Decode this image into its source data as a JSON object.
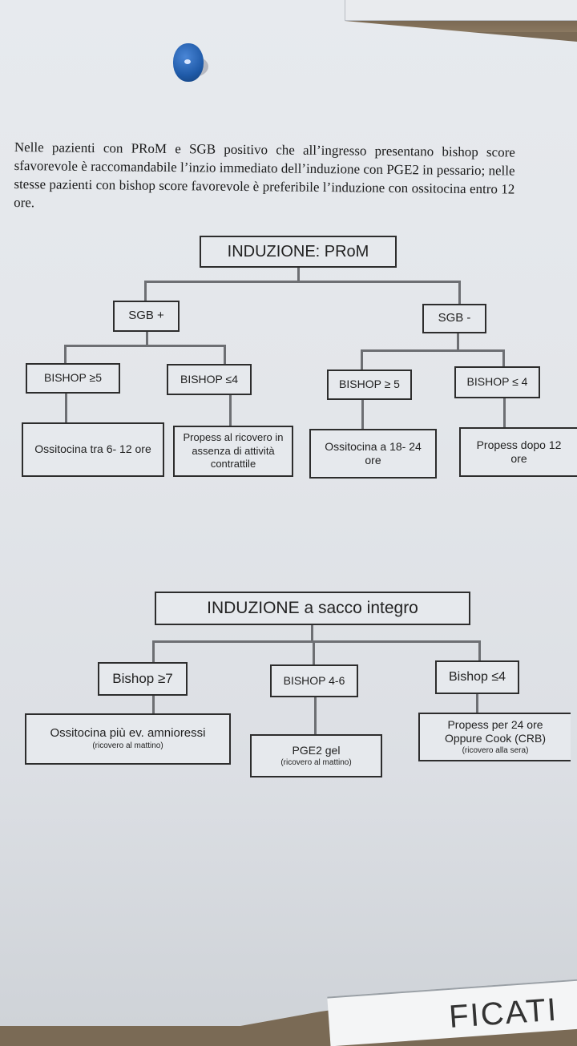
{
  "intro_text": "Nelle pazienti con PRoM e SGB positivo che all’ingresso presentano bishop score sfavorevole è raccomandabile l’inzio immediato dell’induzione con PGE2 in pessario; nelle stesse pazienti con bishop score favorevole è preferibile l’induzione con ossitocina entro 12 ore.",
  "prom": {
    "title": "INDUZIONE: PRoM",
    "sgb_pos": "SGB +",
    "sgb_neg": "SGB -",
    "pos_bishop_high": "BISHOP ≥5",
    "pos_bishop_low": "BISHOP ≤4",
    "neg_bishop_high": "BISHOP ≥ 5",
    "neg_bishop_low": "BISHOP ≤ 4",
    "pos_high_action": "Ossitocina tra 6- 12 ore",
    "pos_low_action": "Propess al ricovero in assenza di attività contrattile",
    "neg_high_action": "Ossitocina a 18- 24 ore",
    "neg_low_action": "Propess dopo 12 ore"
  },
  "integro": {
    "title": "INDUZIONE a sacco integro",
    "bishop_high": "Bishop ≥7",
    "bishop_mid": "BISHOP 4-6",
    "bishop_low": "Bishop ≤4",
    "high_action": "Ossitocina più ev. amnioressi",
    "high_note": "(ricovero al mattino)",
    "mid_action": "PGE2 gel",
    "mid_note": "(ricovero al mattino)",
    "low_action_1": "Propess per 24 ore",
    "low_action_2": "Oppure Cook (CRB)",
    "low_note": "(ricovero alla sera)"
  },
  "bottom_fragment": "FICATI"
}
